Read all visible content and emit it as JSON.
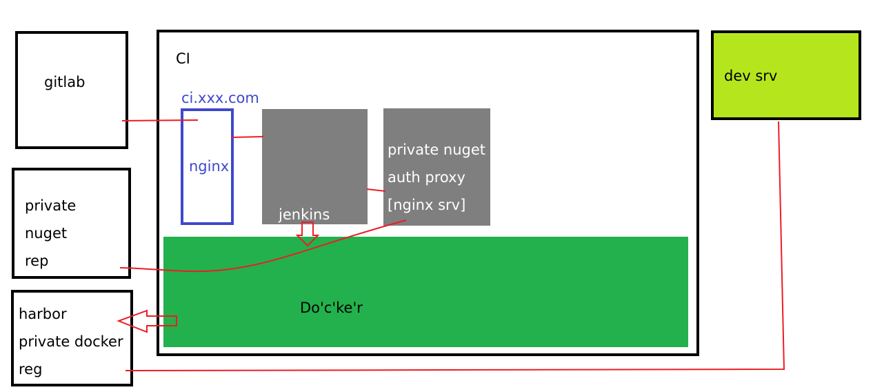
{
  "colors": {
    "box_border": "#000000",
    "nginx_blue": "#3f48cc",
    "gray_box": "#7f7f7f",
    "docker_green": "#22b14c",
    "dev_srv_green": "#b5e61d",
    "wire_red": "#ed1c24"
  },
  "gitlab": {
    "label": "gitlab"
  },
  "ci": {
    "label": "CI",
    "domain": "ci.xxx.com",
    "nginx": "nginx",
    "jenkins": "jenkins",
    "nuget_proxy": {
      "line1": "private nuget",
      "line2": "auth proxy",
      "line3": "[nginx srv]"
    },
    "docker": "Do'c'ke'r"
  },
  "dev_srv": {
    "label": "dev srv"
  },
  "nuget_rep": {
    "line1": "private",
    "line2": "nuget",
    "line3": "rep"
  },
  "harbor": {
    "line1": "harbor",
    "line2": "private docker",
    "line3": "reg"
  }
}
